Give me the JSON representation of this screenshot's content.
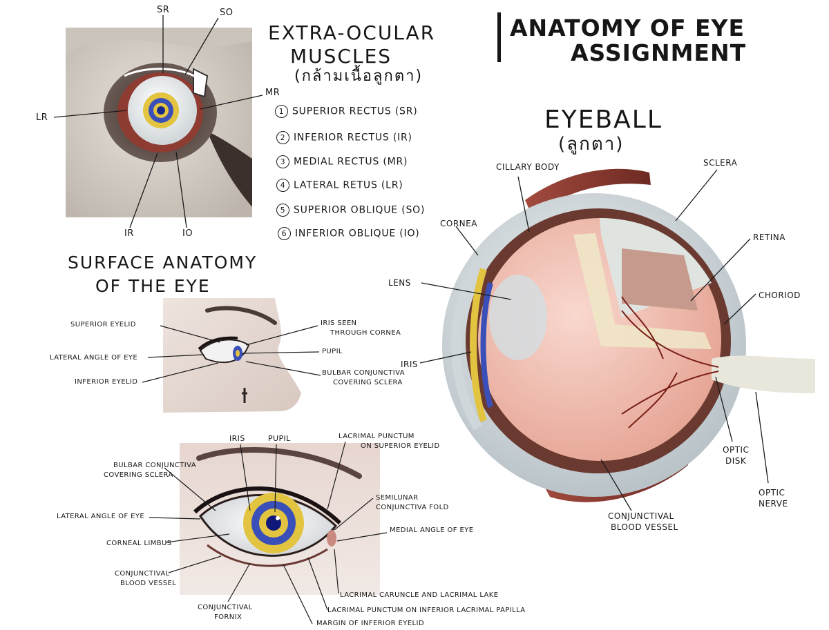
{
  "title": {
    "line1": "ANATOMY OF EYE",
    "line2": "ASSIGNMENT"
  },
  "extraocular": {
    "heading1": "EXTRA-OCULAR",
    "heading2": "MUSCLES",
    "heading_thai": "(กล้ามเนื้อลูกตา)",
    "labels": {
      "sr": "SR",
      "so": "SO",
      "mr": "MR",
      "lr": "LR",
      "ir": "IR",
      "io": "IO"
    },
    "list": [
      {
        "num": "1",
        "text": "SUPERIOR RECTUS (SR)"
      },
      {
        "num": "2",
        "text": "INFERIOR RECTUS (IR)"
      },
      {
        "num": "3",
        "text": "MEDIAL RECTUS (MR)"
      },
      {
        "num": "4",
        "text": "LATERAL RETUS (LR)"
      },
      {
        "num": "5",
        "text": "SUPERIOR OBLIQUE (SO)"
      },
      {
        "num": "6",
        "text": "INFERIOR OBLIQUE (IO)"
      }
    ]
  },
  "surface": {
    "heading1": "SURFACE ANATOMY",
    "heading2": "OF THE EYE",
    "side_labels": {
      "superior_eyelid": "SUPERIOR EYELID",
      "lateral_angle": "LATERAL ANGLE OF EYE",
      "inferior_eyelid": "INFERIOR EYELID",
      "iris_seen_1": "IRIS SEEN",
      "iris_seen_2": "THROUGH CORNEA",
      "pupil": "PUPIL",
      "bulbar_1": "BULBAR CONJUNCTIVA",
      "bulbar_2": "COVERING SCLERA"
    },
    "front_labels": {
      "iris": "IRIS",
      "pupil": "PUPIL",
      "lacrimal_punctum_sup_1": "LACRIMAL PUNCTUM",
      "lacrimal_punctum_sup_2": "ON SUPERIOR EYELID",
      "bulbar_1": "BULBAR CONJUNCTIVA",
      "bulbar_2": "COVERING SCLERA",
      "semilunar_1": "SEMILUNAR",
      "semilunar_2": "CONJUNCTIVA FOLD",
      "lateral_angle": "LATERAL ANGLE OF EYE",
      "medial_angle": "MEDIAL ANGLE OF EYE",
      "corneal_limbus": "CORNEAL LIMBUS",
      "conj_vessel_1": "CONJUNCTIVAL",
      "conj_vessel_2": "BLOOD VESSEL",
      "conj_fornix_1": "CONJUNCTIVAL",
      "conj_fornix_2": "FORNIX",
      "caruncle": "LACRIMAL CARUNCLE AND LACRIMAL LAKE",
      "punctum_inf": "LACRIMAL PUNCTUM ON INFERIOR LACRIMAL PAPILLA",
      "margin_inf": "MARGIN OF INFERIOR EYELID"
    }
  },
  "eyeball": {
    "heading": "EYEBALL",
    "heading_thai": "(ลูกตา)",
    "labels": {
      "ciliary": "CILLARY BODY",
      "sclera": "SCLERA",
      "cornea": "CORNEA",
      "retina": "RETINA",
      "lens": "LENS",
      "choroid": "CHORIOD",
      "iris": "IRIS",
      "optic_disk_1": "OPTIC",
      "optic_disk_2": "DISK",
      "optic_nerve_1": "OPTIC",
      "optic_nerve_2": "NERVE",
      "conj_vessel_1": "CONJUNCTIVAL",
      "conj_vessel_2": "BLOOD VESSEL"
    }
  },
  "colors": {
    "ink": "#161616",
    "skin": "#e9ddd6",
    "muscle": "#8e3b31",
    "iris_yellow": "#e2c441",
    "iris_blue": "#3a4fb8",
    "retina_pink": "#f1c1b4",
    "sclera_grey": "#d9dfe2",
    "bone": "#d4cec6"
  },
  "icons": [
    "eye-muscle-illustration",
    "side-eye-illustration",
    "front-eye-illustration",
    "eyeball-cross-section"
  ]
}
